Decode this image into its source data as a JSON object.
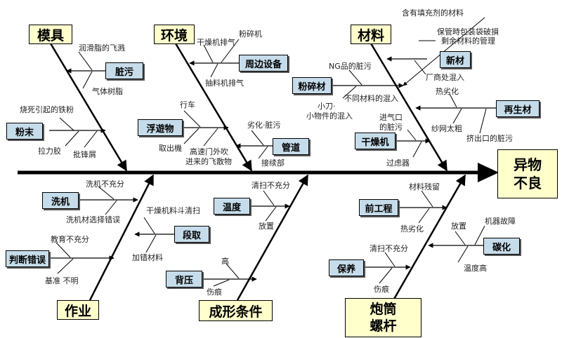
{
  "effect": {
    "line1": "异物",
    "line2": "不良"
  },
  "categories": {
    "mold": "模具",
    "environment": "环境",
    "material": "材料",
    "operation": "作业",
    "molding": "成形条件",
    "barrel_line1": "炮筒",
    "barrel_line2": "螺杆"
  },
  "boxes": {
    "dirty": "脏污",
    "powder": "粉末",
    "peripheral": "周边设备",
    "floating": "浮遊物",
    "pipe": "管道",
    "crushed": "粉碎材",
    "new": "新材",
    "recycled": "再生材",
    "dryer": "干燥机",
    "wash": "洗机",
    "misjudge": "判断错误",
    "pickup": "段取",
    "temperature": "温度",
    "back_pressure": "背压",
    "pre_process": "前工程",
    "carbonize": "碳化",
    "maintenance": "保养"
  },
  "labels": {
    "lubricant_splash": "润滑脂的飞溅",
    "gas_resin": "气体树脂",
    "burnt_iron": "烧死引起的铁粉",
    "pull_glue": "拉力胶",
    "burr_debris": "批锋屑",
    "powder_machine": "粉碎机",
    "dryer_exhaust": "干燥机排气",
    "extractor_exhaust": "抽料机排气",
    "car": "行车",
    "pick_machine": "取出機",
    "high_speed_door": "高速门外吹",
    "incoming_debris": "进来的飞散物",
    "deterioration_dirt": "劣化·脏污",
    "joint": "接续部",
    "contains_filler": "含有填充剂的材料",
    "packing_damage": "保管時包装袋破損",
    "leftover_mgmt": "剩余材料的管理",
    "factory_mix": "厂商处混入",
    "ng_dirt": "NG品的脏污",
    "diff_material": "不同材料的混入",
    "knife": "小刀·",
    "small_objects": "小物件的混入",
    "heat_deterioration": "热劣化",
    "mesh_coarse": "纱网太粗",
    "outlet_dirt": "挤出口的脏污",
    "inlet_line1": "进气口",
    "inlet_line2": "的脏污",
    "filter": "过虑器",
    "wash_insufficient": "洗机不充分",
    "wash_select_error": "洗机材选择错误",
    "education_insufficient": "教育不充分",
    "standard_unclear": "基准 不明",
    "hopper_clean": "干燥机料斗清扫",
    "wrong_material": "加错材料",
    "clean_insufficient_1": "清扫不充分",
    "leave": "放置",
    "high": "高",
    "scratch_1": "伤痕",
    "material_residue": "材料残留",
    "heat_deterioration_2": "热劣化",
    "leave_2": "放置",
    "machine_failure": "机器故障",
    "temp_high": "温度高",
    "clean_insufficient_2": "清扫不充分",
    "scratch_2": "伤痕"
  }
}
